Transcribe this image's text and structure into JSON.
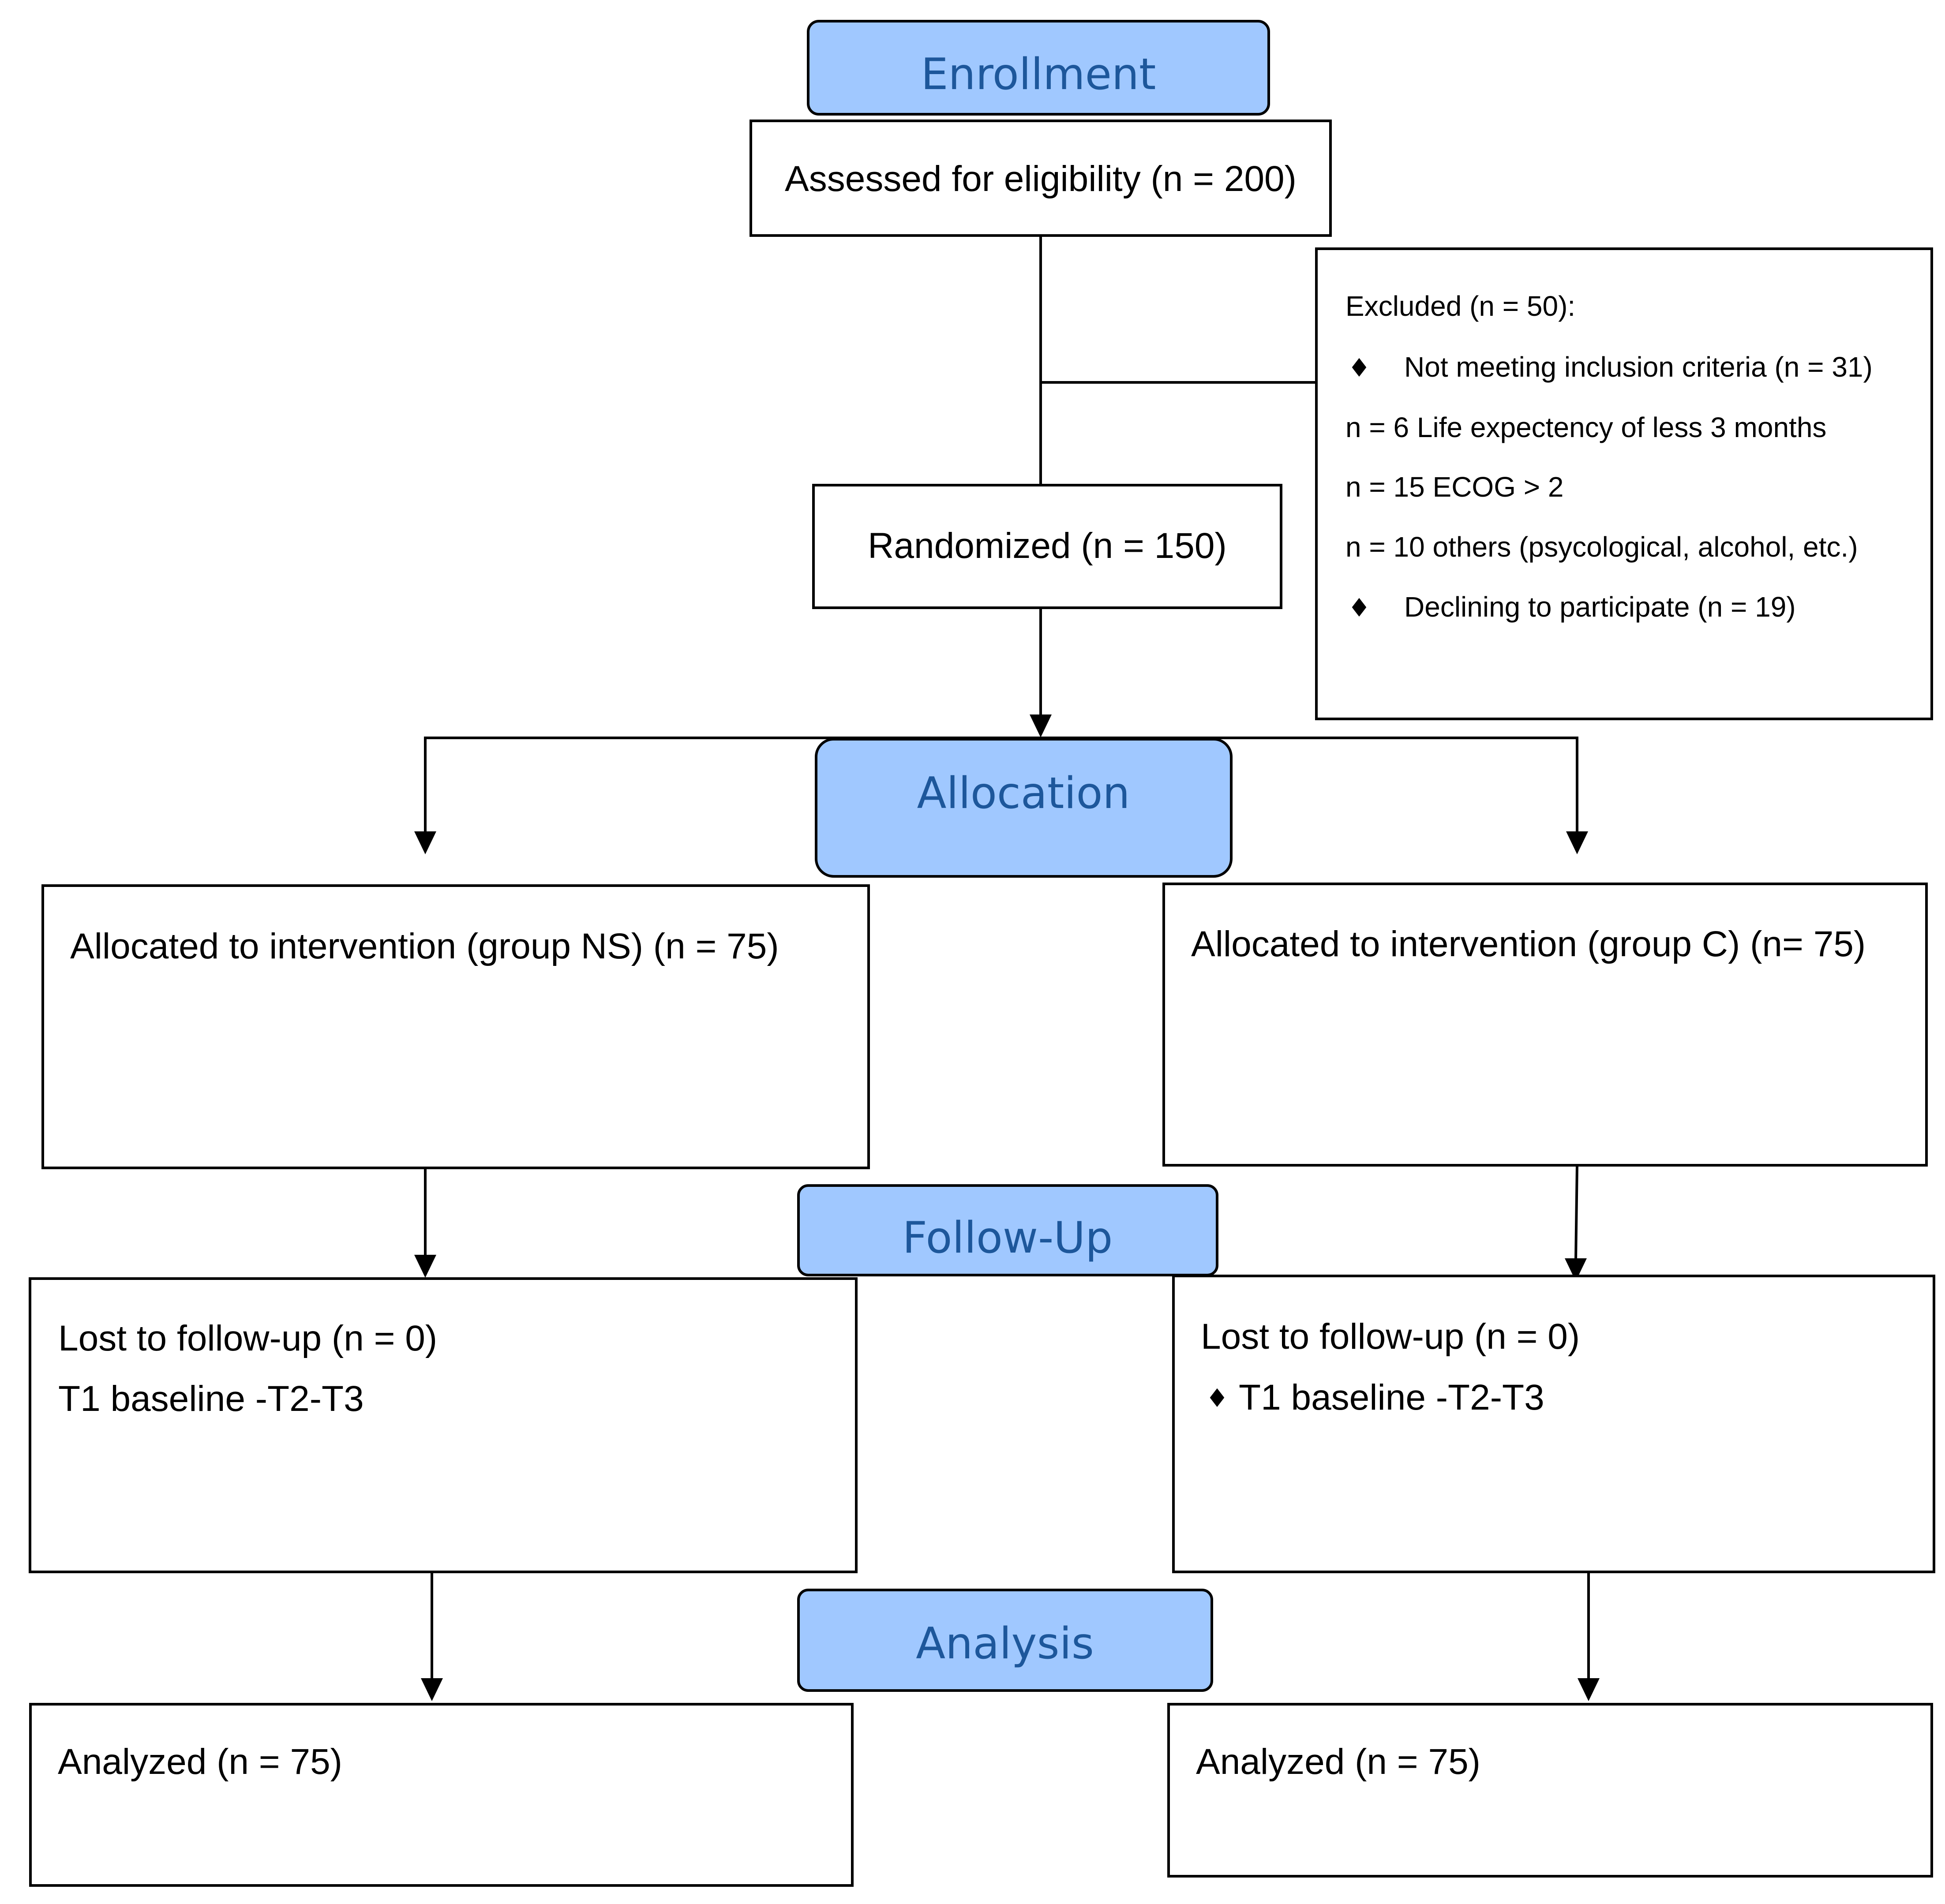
{
  "colors": {
    "stage_fill": "#a0c8ff",
    "stage_text": "#1d579b",
    "box_border": "#000000",
    "text": "#000000"
  },
  "stages": {
    "enrollment": "Enrollment",
    "allocation": "Allocation",
    "follow_up": "Follow-Up",
    "analysis": "Analysis"
  },
  "enrollment": {
    "assessed": "Assessed for eligibility (n = 200)",
    "randomized": "Randomized (n = 150)",
    "excluded": {
      "title": "Excluded (n = 50):",
      "bullet_icon": "diamond-bullet-icon",
      "bullet_glyph": "♦",
      "not_meeting": "Not meeting inclusion criteria (n = 31)",
      "life_expectancy": "n = 6 Life expectency of less 3 months",
      "ecog": "n = 15 ECOG > 2",
      "others": "n = 10 others (psycological, alcohol, etc.)",
      "declining": "Declining to participate (n = 19)"
    }
  },
  "allocation": {
    "left": "Allocated to intervention (group NS) (n = 75)",
    "right": "Allocated to intervention (group C) (n= 75)"
  },
  "follow_up": {
    "left": {
      "lost": "Lost to follow-up (n = 0)",
      "timepoints": "T1 baseline -T2-T3"
    },
    "right": {
      "lost": "Lost to follow-up (n = 0)",
      "bullet_icon": "diamond-bullet-icon",
      "bullet_glyph": "♦",
      "timepoints": "T1 baseline -T2-T3"
    }
  },
  "analysis": {
    "left": "Analyzed (n = 75)",
    "right": "Analyzed (n = 75)"
  }
}
